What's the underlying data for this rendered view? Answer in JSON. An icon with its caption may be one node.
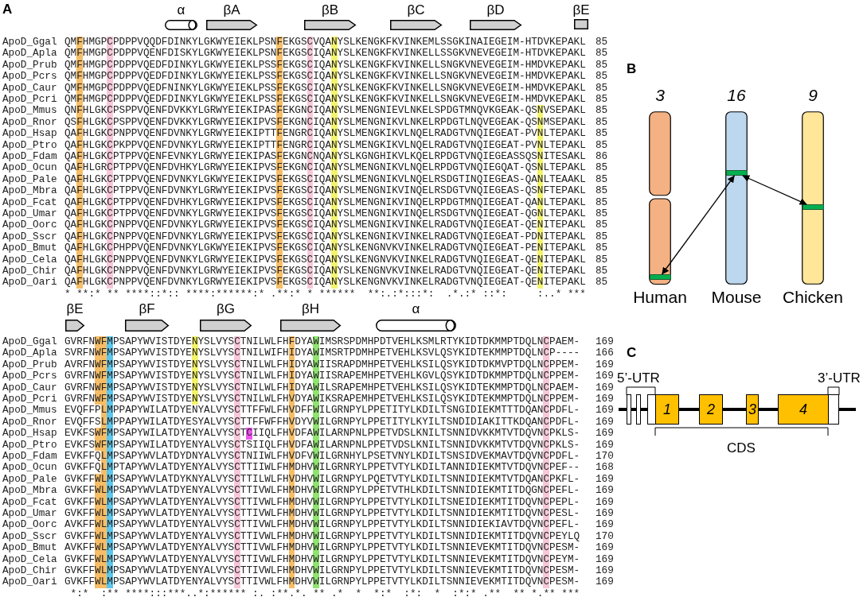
{
  "diagram": {
    "nodes": [
      {
        "text": [
          "α"
        ]
      },
      {
        "text": [
          "βA"
        ]
      },
      {
        "text": [
          "βB"
        ]
      },
      {
        "text": [
          "βC"
        ]
      },
      {
        "text": [
          "βD"
        ]
      },
      {
        "text": [
          "βE"
        ]
      },
      {
        "text": [
          "βE"
        ]
      },
      {
        "text": [
          "βF"
        ]
      },
      {
        "text": [
          "βG"
        ]
      },
      {
        "text": [
          "βH"
        ]
      },
      {
        "text": [
          "α"
        ]
      },
      {
        "text": [
          "3",
          "Human"
        ]
      },
      {
        "text": [],
        "shape": "bar",
        "in": 11
      },
      {
        "text": [
          "16",
          "Mouse"
        ]
      },
      {
        "text": [],
        "shape": "bar",
        "in": 13
      },
      {
        "text": [
          "9",
          "Chicken"
        ]
      },
      {
        "text": [],
        "shape": "bar",
        "in": 15
      },
      {
        "text": [],
        "shape": "box"
      },
      {
        "text": [],
        "shape": "box"
      },
      {
        "text": [],
        "shape": "box"
      },
      {
        "text": [
          "1"
        ]
      },
      {
        "text": [
          "2"
        ]
      },
      {
        "text": [
          "3"
        ]
      },
      {
        "text": [
          "4"
        ]
      },
      {
        "text": [],
        "shape": "box"
      }
    ],
    "edges": [
      {
        "from": 12,
        "to": 14,
        "arrow": "both"
      },
      {
        "from": 14,
        "to": 16,
        "arrow": "both"
      }
    ],
    "labels": [
      "A",
      "ApoD_Ggal",
      "QMFHMGPCPDPPVQQDFDINKYLGKWYEIEKLPSNFEKGSCVQANYSLKENGKFKVINKEMLSSGKINAIEGEIM-HTDVKEPAKL",
      "85",
      "ApoD_Apla",
      "QMFHMGPCPDPPVQENFDISKYLGKWYEIEKLPSNFEKGSCIQANYSLKENGKFKVINKELLSSGKVNEVEGEIM-HTDVKEPAKL",
      "85",
      "ApoD_Prub",
      "QMFHMGPCPDPPVQEDFDINKYLGKWYEIEKLPSSFEKGSCIQANYSLKENGKFKVINKELLSNGKVNEVEGEIM-HMDVKEPAKL",
      "85",
      "ApoD_Pcrs",
      "QMFHMGPCPDPPVQEDFDINKYLGKWYEIEKLPSSFEKGSCIQANYSLKENGKFKVINKELLSNGKVNEVEGEIM-HMDVKEPAKL",
      "85",
      "ApoD_Caur",
      "QMFHMGPCPDPPVQEDFNINKYLGKWYEIEKLPSSFEKGSCIQANYSLKENGKFKVINKELLSNGKVNEVEGEIM-HMDVKEPAKL",
      "85",
      "ApoD_Pcri",
      "QMFHMGPCPDPPVQEDFDINKYLGKWYEIEKLPSSFEKGSCIQANYSLKENGKFKVINKELLSNGKVNEVEGEIM-HMDVKEPAKL",
      "85",
      "ApoD_Mmus",
      "QNFHLGKCPSPPVQENFDVKKYLGRWYEIEKIPASFEKGNCIQANYSLMENGNIEVLNKELSPDGTMNQVKGEAK-QSNVSEPAKL",
      "85",
      "ApoD_Rnor",
      "QSFHLGKCPSPPVQENFDVKKYLGRWYEIEKIPVSFEKGNCIQANYSLMENGNIKVLNKELRPDGTLNQVEGEAK-QSNMSEPAKL",
      "85",
      "ApoD_Hsap",
      "QAFHLGKCPNPPVQENFDVNKYLGRWYEIEKIPTTFENGRCIQANYSLMENGKIKVLNQELRADGTVNQIEGEAT-PVNLTEPAKL",
      "85",
      "ApoD_Ptro",
      "QAFHLGKCPKPPVQENFDVNKYLGRWYEIEKIPTTFENGRCIQANYSLMENGKIKVLNQELRADGTVNQIEGEAT-PVNLTEPAKL",
      "85",
      "ApoD_Fdam",
      "QAFHLGKCPTPPVQENFEVNKYLGRWYEIEKIPASFEKGNCNQANYSLKGNGHIKVLKQELRPDGTVNQIEGEASSQSNITESAKL",
      "86",
      "ApoD_Ocun",
      "QAFHLGRCPTPPVQENFDVHKYLGRWYEIEKIPVSFEKGNCIQANYSLMENGNIKVLNQELRPDGTVNQIEGQAT-QSNLTEPAKL",
      "85",
      "ApoD_Pale",
      "QAFHLGKCPTPPVQENFDVNKYLGKWYEIEKIPVSFEKGSCIQANYSLMENGNIKVLNQELRSDGTINQIEGEAS-QANLTEAAKL",
      "85",
      "ApoD_Mbra",
      "QAFHLGKCPTPPVQENFDVNKYLGRWYEIEKIPVSFEKGSCIQANYSLMENGNIKVINQELRSDGTVNQIEGEAS-QSNFTEPAKL",
      "85",
      "ApoD_Fcat",
      "QAFHLGKCPTPPVQENFDVHKYLGRWYEIEKIPVSFEKGSCIQANYSLMENGNIKVINQELRPDGTMNQIEGEAT-QANLTEPAKL",
      "85",
      "ApoD_Umar",
      "QAFHLGKCPTPPVQENFDVNKYLGRWYEIEKIPVSFEKGSCIQANYSLMENGNIKVINQELRSDGTVNQIEGEAT-QGNLTEPAKL",
      "85",
      "ApoD_Oorc",
      "QAFHLGKCPNPPVQENFDVNKYLGRWYEIEKIPVSFEKGSCIQANYSLMENGNIKVINKELRADGTVNQIEGEAT-QENITEPAKL",
      "85",
      "ApoD_Sscr",
      "QAFHLGKCPNPPVQENFDVNKYLGRWYEIEKIPVSFEKGSCIQANYSLKENGNIKVINKELRADGTVNQIEGEAT-PDNITEPAKL",
      "85",
      "ApoD_Bmut",
      "QAFHLGKCPHPPVQENFDVNKYLGKWYEIEKIPVSFEKGSCIQANYSLKENGNVKVINKELRADGTVNQIEGEAT-PENITEPAKL",
      "85",
      "ApoD_Cela",
      "QAFHLGKCPNPPVQENFDVNKYLGRWYEIEKIPVSFEKGSCIQANYSLKENGNVKVINKELRADGTVNQIEGEAT-QENITEPAKL",
      "85",
      "ApoD_Chir",
      "QAFHLGKCPNPPVQENFDVNKYLGRWYEIEKIPVSFEKGSCIQANYSLKENGNVKVINKELRADGTVNQIEGEAT-QENITEPAKL",
      "85",
      "ApoD_Oari",
      "QAFHLGKCPNPPVQENFDVNKYLGRWYEIEKIPVSFEKGSCIQANYSLKENGNVKVINKELRADGTVNQIEGEAT-QENITEPAKL",
      "85",
      "* **:* ** ****::*:: ****:******:* .**:* * ******  **:.:*:::*:  .*.:* ::*:     :..* ***",
      "ApoD_Ggal",
      "GVRFNWFMPSAPYWVISTDYENYSLVYSCTNILWLFHFDYAWIMSRSPDMHPDTVEHLKSMLRTYKIDTDKMMPTDQLNCPAEM-",
      "169",
      "ApoD_Apla",
      "SVRFNWFMPSAPYWVISTDYENYSLVYSCTNILWIFHIDYAWIMSRTPDMHPETVEHLKSVLQSYKIDTEKMMPTDQLNCP----",
      "166",
      "ApoD_Prub",
      "AVRFNWFMPSAPYWVISTDYENYSLVYSCTNILWLFHIDYAWIISRAPDMHPETVEHLKSILQSYKIDTDKMVPTDQLNCPPEM-",
      "169",
      "ApoD_Pcrs",
      "GVRFNWFMPSAPYWVISTDYENYSLVYSCTNILWLFHIDYAWIISRAPEMHPETVEHLKGVLQSYKIDTDKMMPTDQLNCPPEM-",
      "169",
      "ApoD_Caur",
      "GVRFNWFMPSAPYWVISTDYENYSLVYSCTNILWLFHIDYAWILSRAPEMHPETVEHLKSILQSYKIDTEKMMPTDQLNCPAEM-",
      "169",
      "ApoD_Pcri",
      "GVRFNWFMPSAPYWVISTDYENYSLVYSCTNILWLFHVDYAWIKSRAPEMHPETVEHLKSILQSYKIDTEKMMPTDQLNCPPEM-",
      "169",
      "ApoD_Mmus",
      "EVQFFPLMPPAPYWILATDYENYALVYSCTTFFWLFHVDFFWILGRNPYLPPETITYLKDILTSNGIDIEKMTTTDQANCPDFL-",
      "169",
      "ApoD_Rnor",
      "EVQFFSLMPPAPYWILATDYESYALVYSCTTFFWFFHVDYVWILGRNPYLPPETITYLKYILTSNDIDIAKITTKDQANCPDFL-",
      "169",
      "ApoD_Hsap",
      "EVKFSWFMPSAPYWILATDYENYALVYSCTCIIQLFHVDFAWILARNPNLPPETVDSLKNILTSNNIDVKKMTVTDQVNCPKLS-",
      "169",
      "ApoD_Ptro",
      "EVKFSWFMPSAPYWILATDYENYALVYSCTSIIQLFHVDFAWILARNPNLPPETVDSLKNILTSNNIDVKKMTVTDQVNCPKLS-",
      "169",
      "ApoD_Fdam",
      "EVKFFQLMPSAPYWVLATDYDNYALVYSCTNIIWLFHVDFVWILGRNHYLPSETVNYLKDILTSNSIDVEKMAVTDQVNCPDFL-",
      "170",
      "ApoD_Ocun",
      "GVKFFQLMPTAPYWVLATDYENYALVYSCTTIIWLFHMDHVWILGRNRYLPPETVTYLKDILTANNIDIEKMTVTDQVNCPEF--",
      "168",
      "ApoD_Pale",
      "GVKFFWLMPSAPYWVLATDYKNYALVYSCTTILWLFHVDHVWILGRNPYLPQETVTYLKDILTSNNIDIEKMTVTDQANCPKFL-",
      "169",
      "ApoD_Mbra",
      "GVKFFWLMPSAPYWVLATDYENYALVYSCTTIVWLFHMDHVWILGRNPYLPPETVTHLKDILTSNNIDIEKMTITDQGNCPEFL-",
      "169",
      "ApoD_Fcat",
      "GVKFFWLMPSAPYWVLATDYENYALVYSCTTIVWLFHMDHVWILGRNPYLPPETVTYLKDILTSNEIDIEKMTITDQVNCPEPL-",
      "169",
      "ApoD_Umar",
      "GVKFFWLMPSAPYWVLATDYENYALVYSCTTIVWLFHMDHVWILGRNPYLPPETVTYLKDILTSNNIDIEKMTITDQVNCPESL-",
      "169",
      "ApoD_Oorc",
      "AVKFFWLMPSAPYWVLATDYENYALVYSCTTIVWLFHMDHVWILGRNPYLPPETVTYLKDILTSNNIDIEKIAVTDQVNCPEFL-",
      "169",
      "ApoD_Sscr",
      "GVKFFWLMPSAPYWVLATDYENYALVYSCTTIVWLFHMDHVWILGRNPYLPPETVTYLKDILTSNNIDIEKMTITDQVNCPEYLQ",
      "170",
      "ApoD_Bmut",
      "AVKFFWLMPSAPYWVLATDYENYALVYSCTTIVWLFHMDHVWILGRNPYLPPETVTYLKDILTSNNIEVEKMTITDQVNCPESM-",
      "169",
      "ApoD_Cela",
      "GVKFFWLMPSAPYWVLATDYENYALVYSCTTIVWLFHMDHVWILGRNPYLPPETVTYLKDILTSNNIEVEKMTITDQVNCPEYM-",
      "169",
      "ApoD_Chir",
      "GVKFFWLMPSAPYWVLATDYENYALVYSCTTIVWLFHMDHVWILGRNPYLPPETVTYLKDILTSNNIEVEKMTITDQVNCPESM-",
      "169",
      "ApoD_Oari",
      "GVKFFWLMPSAPYWVLATDYENYALVYSCTTIVWLFHMDHVWILGRNPYLPPETVTYLKDILTSNNIEVEKMTITDQVNCPESM-",
      "169",
      " *:*  :** ****:::***..*:****** :. :**.*. ** .*  *  *:*  :*:  *  :*:* .**  ** *.** ***",
      "B",
      "C",
      "5’-UTR",
      "3’-UTR",
      "CDS"
    ]
  }
}
